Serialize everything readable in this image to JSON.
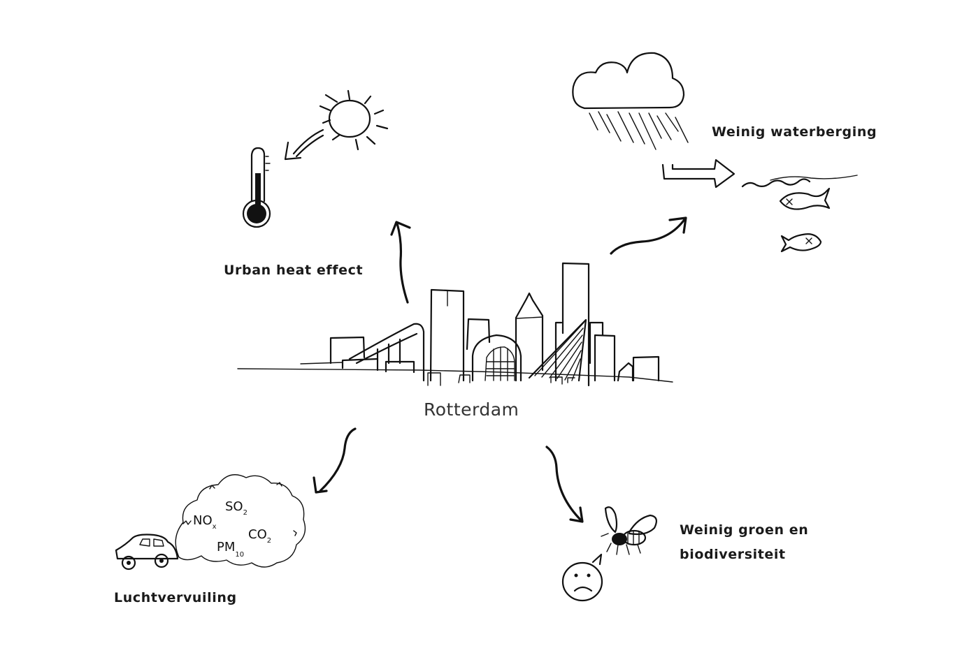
{
  "center": {
    "label": "Rotterdam"
  },
  "effects": [
    {
      "id": "heat",
      "label": "Urban heat effect"
    },
    {
      "id": "water",
      "label": "Weinig waterberging"
    },
    {
      "id": "air",
      "label": "Luchtvervuiling"
    },
    {
      "id": "green",
      "label_line1": "Weinig groen en",
      "label_line2": "biodiversiteit"
    }
  ],
  "pollutants": [
    "NO",
    "x",
    "SO",
    "2",
    "CO",
    "2",
    "PM",
    "10"
  ],
  "colors": {
    "ink": "#111111",
    "background": "#ffffff",
    "label_text": "#1a1a1a"
  }
}
